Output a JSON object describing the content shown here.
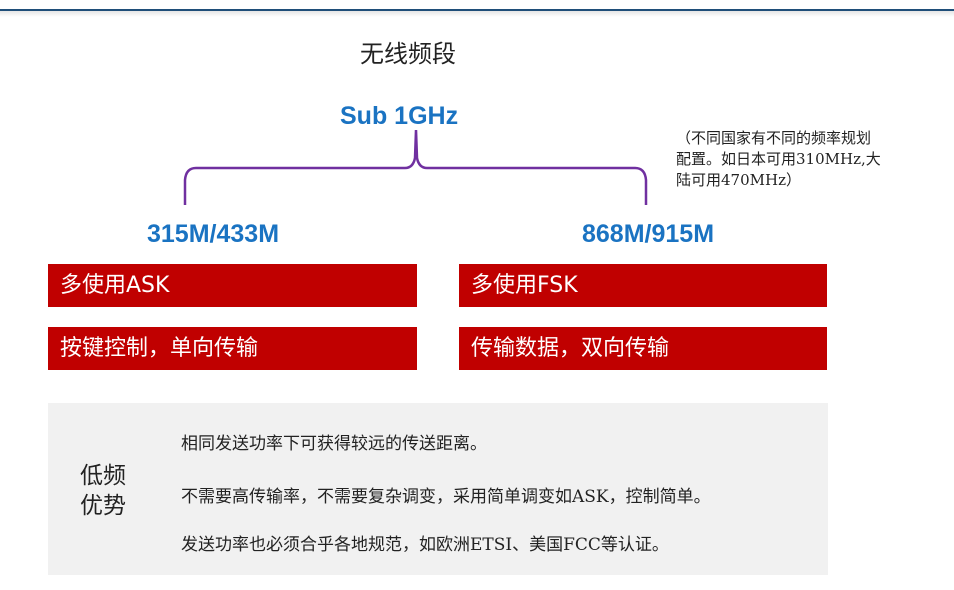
{
  "title": "无线频段",
  "root_band": "Sub 1GHz",
  "note": {
    "line1": "（不同国家有不同的频率规划",
    "line2": "配置。如日本可用310MHz,大",
    "line3": "陆可用470MHz）"
  },
  "colors": {
    "band_text": "#1a73c2",
    "brace": "#7030a0",
    "red_bar": "#c00000",
    "panel_bg": "#f1f1f1",
    "top_rule": "#1f4e79"
  },
  "branches": [
    {
      "band": "315M/433M",
      "items": [
        "多使用ASK",
        "按键控制，单向传输"
      ]
    },
    {
      "band": "868M/915M",
      "items": [
        "多使用FSK",
        "传输数据，双向传输"
      ]
    }
  ],
  "advantages": {
    "label_line1": "低频",
    "label_line2": "优势",
    "points": [
      "相同发送功率下可获得较远的传送距离。",
      "不需要高传输率，不需要复杂调变，采用简单调变如ASK，控制简单。",
      "发送功率也必须合乎各地规范，如欧洲ETSI、美国FCC等认证。"
    ]
  }
}
